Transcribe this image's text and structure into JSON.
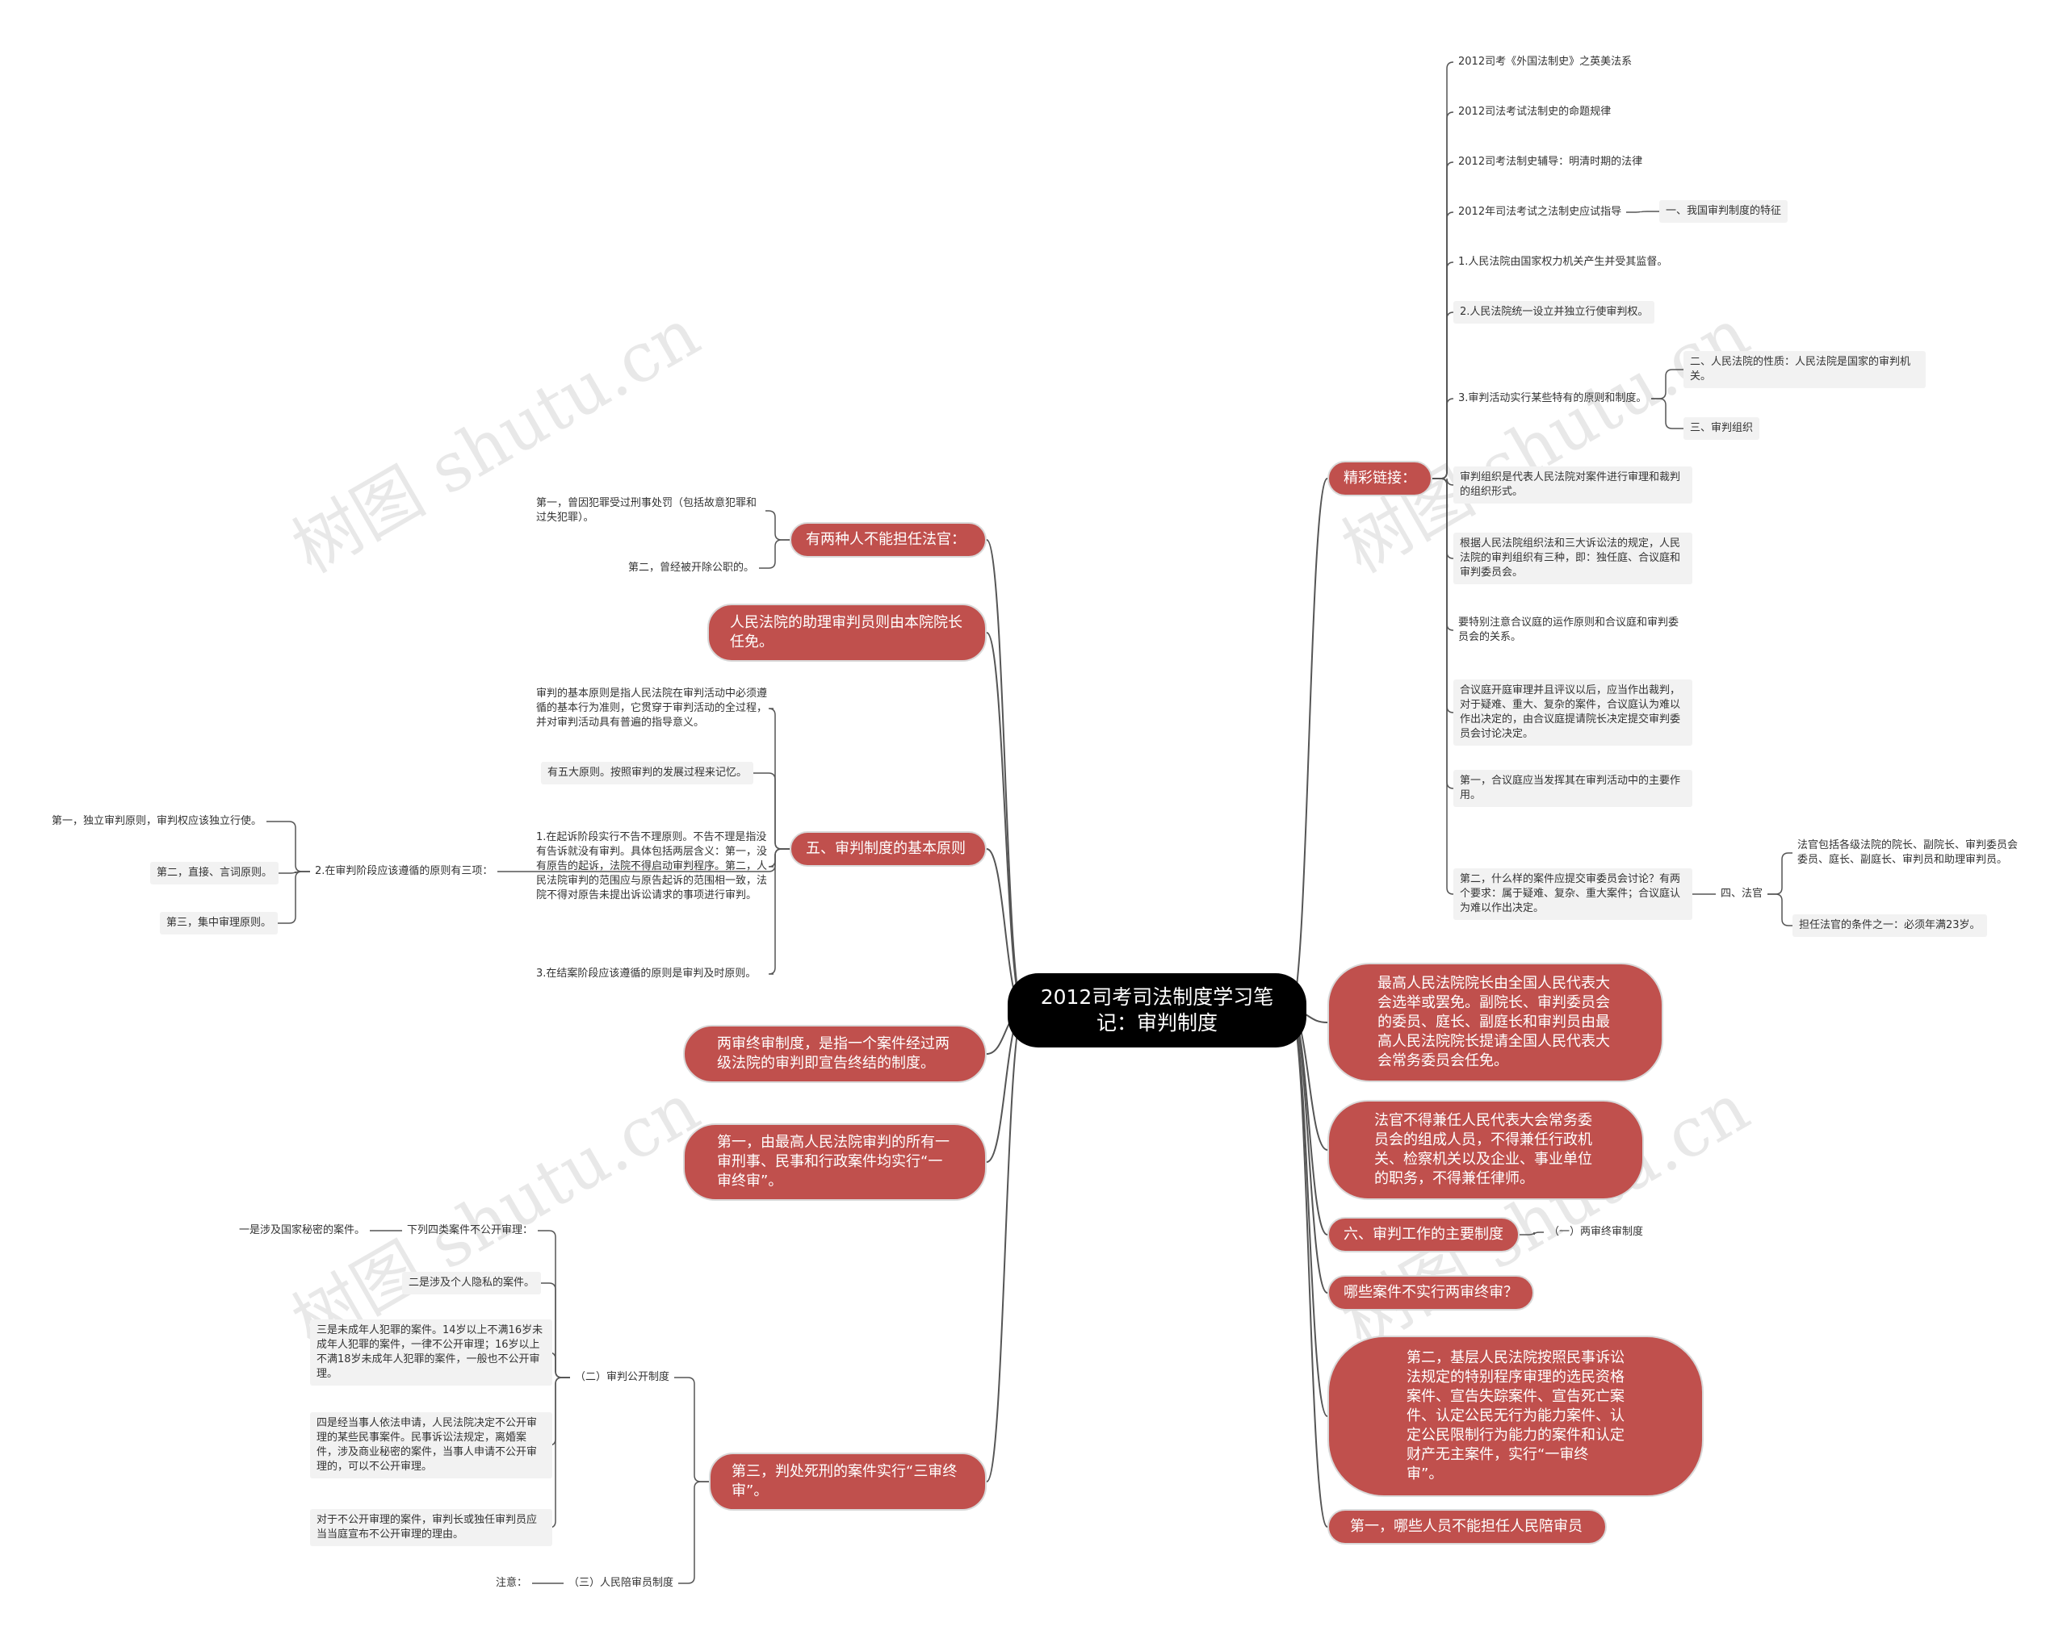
{
  "title": "2012司考司法制度学习笔记：审判制度",
  "watermark": "树图 shutu.cn",
  "colors": {
    "main_node": "#c0504d",
    "center_node": "#000000",
    "leaf_bg": "#f2f2f2",
    "line": "#555555"
  },
  "right": {
    "links": {
      "label": "精彩链接：",
      "items": [
        "2012司考《外国法制史》之英美法系",
        "2012司法考试法制史的命题规律",
        "2012司考法制史辅导：明清时期的法律",
        "2012年司法考试之法制史应试指导",
        "1.人民法院由国家权力机关产生并受其监督。",
        "2.人民法院统一设立并独立行使审判权。",
        "3.审判活动实行某些特有的原则和制度。",
        "审判组织是代表人民法院对案件进行审理和裁判的组织形式。",
        "根据人民法院组织法和三大诉讼法的规定，人民法院的审判组织有三种，即：独任庭、合议庭和审判委员会。",
        "要特别注意合议庭的运作原则和合议庭和审判委员会的关系。",
        "合议庭开庭审理并且评议以后，应当作出裁判，对于疑难、重大、复杂的案件，合议庭认为难以作出决定的，由合议庭提请院长决定提交审判委员会讨论决定。",
        "第一，合议庭应当发挥其在审判活动中的主要作用。",
        "第二，什么样的案件应提交审委员会讨论？有两个要求：属于疑难、复杂、重大案件；合议庭认为难以作出决定。"
      ],
      "sub_features": "一、我国审判制度的特征",
      "sub_nature": "二、人民法院的性质：人民法院是国家的审判机关。",
      "sub_org": "三、审判组织",
      "sub_judge": "四、法官",
      "judge_items": [
        "法官包括各级法院的院长、副院长、审判委员会委员、庭长、副庭长、审判员和助理审判员。",
        "担任法官的条件之一：必须年满23岁。"
      ]
    },
    "supreme": "最高人民法院院长由全国人民代表大会选举或罢免。副院长、审判委员会的委员、庭长、副庭长和审判员由最高人民法院院长提请全国人民代表大会常务委员会任免。",
    "no_concurrent": "法官不得兼任人民代表大会常务委员会的组成人员，不得兼任行政机关、检察机关以及企业、事业单位的职务，不得兼任律师。",
    "six": {
      "label": "六、审判工作的主要制度",
      "child": "（一）两审终审制度"
    },
    "which": "哪些案件不实行两审终审？",
    "second": "第二，基层人民法院按照民事诉讼法规定的特别程序审理的选民资格案件、宣告失踪案件、宣告死亡案件、认定公民无行为能力案件、认定公民限制行为能力的案件和认定财产无主案件，实行“一审终审”。",
    "juror": "第一，哪些人员不能担任人民陪审员"
  },
  "left": {
    "two_kinds": {
      "label": "有两种人不能担任法官：",
      "items": [
        "第一，曾因犯罪受过刑事处罚（包括故意犯罪和过失犯罪）。",
        "第二，曾经被开除公职的。"
      ]
    },
    "assistant": "人民法院的助理审判员则由本院院长任免。",
    "five": {
      "label": "五、审判制度的基本原则",
      "items": [
        "审判的基本原则是指人民法院在审判活动中必须遵循的基本行为准则，它贯穿于审判活动的全过程，并对审判活动具有普遍的指导意义。",
        "有五大原则。按照审判的发展过程来记忆。",
        "1.在起诉阶段实行不告不理原则。不告不理是指没有告诉就没有审判。具体包括两层含义：第一，没有原告的起诉，法院不得启动审判程序。第二，人民法院审判的范围应与原告起诉的范围相一致，法院不得对原告未提出诉讼请求的事项进行审判。",
        "2.在审判阶段应该遵循的原则有三项：",
        "3.在结案阶段应该遵循的原则是审判及时原则。"
      ],
      "trial_principles": [
        "第一，独立审判原则，审判权应该独立行使。",
        "第二，直接、言词原则。",
        "第三，集中审理原则。"
      ]
    },
    "two_instance": "两审终审制度，是指一个案件经过两级法院的审判即宣告终结的制度。",
    "first_supreme": "第一，由最高人民法院审判的所有一审刑事、民事和行政案件均实行“一审终审”。",
    "third_death": {
      "label": "第三，判处死刑的案件实行“三审终审”。",
      "open": {
        "label": "（二）审判公开制度",
        "items": [
          "下列四类案件不公开审理：",
          "二是涉及个人隐私的案件。",
          "三是未成年人犯罪的案件。14岁以上不满16岁未成年人犯罪的案件，一律不公开审理；16岁以上不满18岁未成年人犯罪的案件，一般也不公开审理。",
          "四是经当事人依法申请，人民法院决定不公开审理的某些民事案件。民事诉讼法规定，离婚案件，涉及商业秘密的案件，当事人申请不公开审理的，可以不公开审理。",
          "对于不公开审理的案件，审判长或独任审判员应当当庭宣布不公开审理的理由。"
        ],
        "state_secret": "一是涉及国家秘密的案件。"
      },
      "juror_sys": {
        "label": "（三）人民陪审员制度",
        "note": "注意："
      }
    }
  }
}
